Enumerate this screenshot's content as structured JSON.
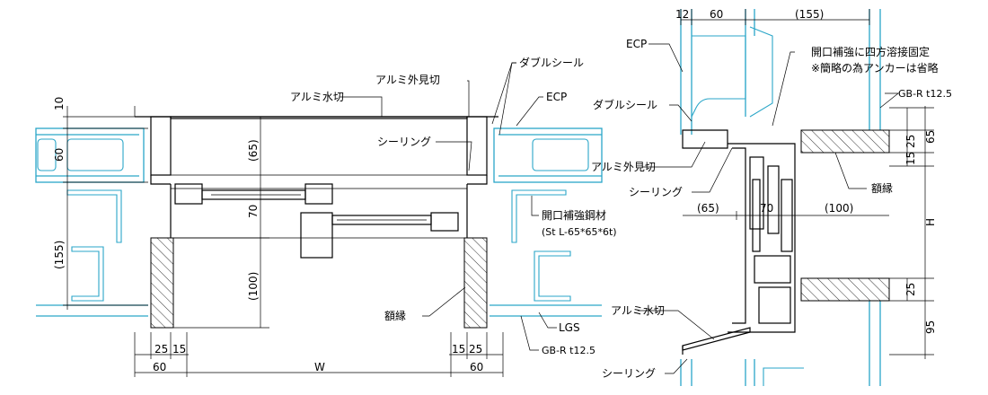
{
  "left_detail": {
    "labels": {
      "alumi_mizukiri": "アルミ水切",
      "alumi_gaimikiri": "アルミ外見切",
      "double_seal": "ダブルシール",
      "ecp": "ECP",
      "sealing": "シーリング",
      "kaikou_hokyou": "開口補強鋼材",
      "kaikou_spec": "(St L-65*65*6t)",
      "gakubuchi": "額縁",
      "lgs": "LGS",
      "gbr": "GB-R t12.5"
    },
    "dims": {
      "d10": "10",
      "d60_left": "60",
      "d155": "(155)",
      "d65": "(65)",
      "d70": "70",
      "d100": "(100)",
      "d25_l": "25",
      "d15_l": "15",
      "d60_bl": "60",
      "w": "W",
      "d15_r": "15",
      "d25_r": "25",
      "d60_br": "60"
    }
  },
  "right_detail": {
    "labels": {
      "ecp": "ECP",
      "hokyou_note1": "開口補強に四方溶接固定",
      "hokyou_note2": "※簡略の為アンカーは省略",
      "double_seal": "ダブルシール",
      "gbr": "GB-R t12.5",
      "alumi_gaimikiri": "アルミ外見切",
      "sealing_top": "シーリング",
      "gakubuchi": "額縁",
      "alumi_mizukiri": "アルミ水切",
      "sealing_bottom": "シーリング"
    },
    "dims": {
      "d12": "12",
      "d60": "60",
      "d155": "(155)",
      "d65_top": "65",
      "d25_top": "25",
      "d15": "15",
      "h": "H",
      "d25_bot": "25",
      "d95": "95",
      "d65_left": "(65)",
      "d70": "70",
      "d100": "(100)"
    }
  }
}
